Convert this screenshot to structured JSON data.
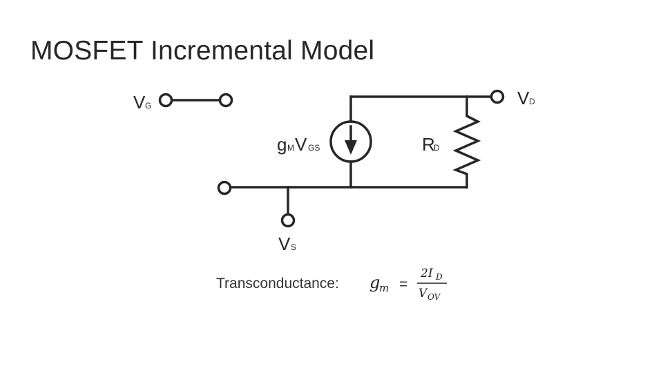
{
  "title": "MOSFET Incremental Model",
  "labels": {
    "vg": {
      "main": "V",
      "sub": "G"
    },
    "vd": {
      "main": "V",
      "sub": "D"
    },
    "vs": {
      "main": "V",
      "sub": "S"
    },
    "rd": {
      "main": "R",
      "sub": "D"
    },
    "gm_vgs": {
      "g": "g",
      "g_sub": "M",
      "v": "V",
      "v_sub": "GS"
    }
  },
  "equation": {
    "label": "Transconductance:",
    "lhs": "g",
    "lhs_sub": "m",
    "equals": "=",
    "numerator": "2I",
    "numerator_sub": "D",
    "denominator": "V",
    "denominator_sub": "OV"
  },
  "colors": {
    "line": "#262626",
    "background": "#ffffff"
  }
}
